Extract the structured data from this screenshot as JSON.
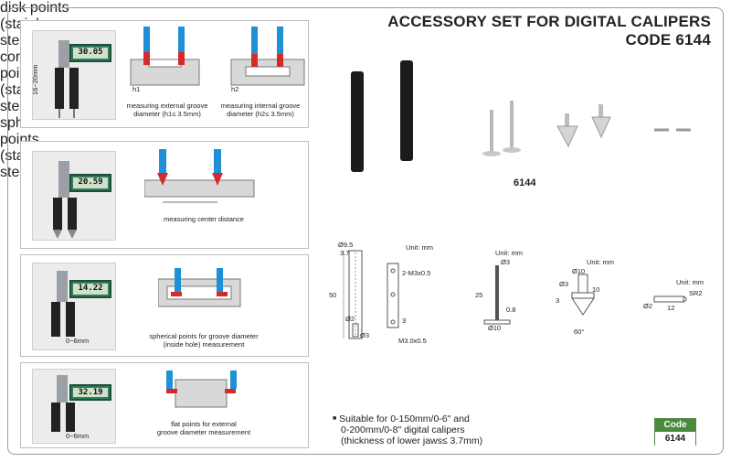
{
  "header": {
    "title_line1": "ACCESSORY SET FOR DIGITAL CALIPERS",
    "title_line2": "CODE 6144"
  },
  "panels": [
    {
      "display": "30.05",
      "dim_label": "16~20mm",
      "captions": [
        {
          "line1": "measuring external groove",
          "line2": "diameter (h1≤ 3.5mm)"
        },
        {
          "line1": "measuring internal groove",
          "line2": "diameter (h2≤ 3.5mm)"
        }
      ],
      "marks": [
        "h1",
        "h2"
      ]
    },
    {
      "display": "20.59",
      "captions": [
        {
          "line1": "measuring center distance",
          "line2": ""
        }
      ]
    },
    {
      "display": "14.22",
      "dim_label": "0~6mm",
      "captions": [
        {
          "line1": "spherical points for groove diameter",
          "line2": "(inside hole) measurement"
        }
      ]
    },
    {
      "display": "32.19",
      "dim_label": "0~6mm",
      "captions": [
        {
          "line1": "flat points for external",
          "line2": "groove diameter measurement"
        }
      ]
    }
  ],
  "product_code_label": "6144",
  "drawings": {
    "rod": {
      "unit": "Unit: mm",
      "d_top": "Ø9.5",
      "w_top": "3.7",
      "length": "50",
      "d_side": "Ø2",
      "d_bottom": "Ø3",
      "thread_top": "2-M3x0.5",
      "thread_bottom": "M3.0x0.5",
      "small": "3"
    },
    "disk": {
      "unit": "Unit: mm",
      "d_top": "Ø3",
      "height": "25",
      "thick": "0.8",
      "d_base": "Ø10",
      "caption1": "disk points",
      "caption2": "(stainless steel)"
    },
    "conical": {
      "unit": "Unit: mm",
      "d_top": "Ø10",
      "d_pin": "Ø3",
      "h_pin": "10",
      "h_small": "3",
      "angle": "60°",
      "caption1": "conical points",
      "caption2": "(stainless steel)"
    },
    "spherical": {
      "unit": "Unit: mm",
      "radius": "SR2",
      "d": "Ø2",
      "length": "12",
      "caption1": "spherical/flat points",
      "caption2": "(stainless steel)"
    }
  },
  "bullet": {
    "symbol": "■",
    "line1": "Suitable for 0-150mm/0-6\" and",
    "line2": "0-200mm/0-8\" digital calipers",
    "line3": "(thickness of lower jaws≤ 3.7mm)"
  },
  "code_box": {
    "header": "Code",
    "value": "6144"
  },
  "colors": {
    "accent_green": "#4a8a3c",
    "tip_blue": "#1f8fd6",
    "tip_red": "#d42a2a"
  }
}
